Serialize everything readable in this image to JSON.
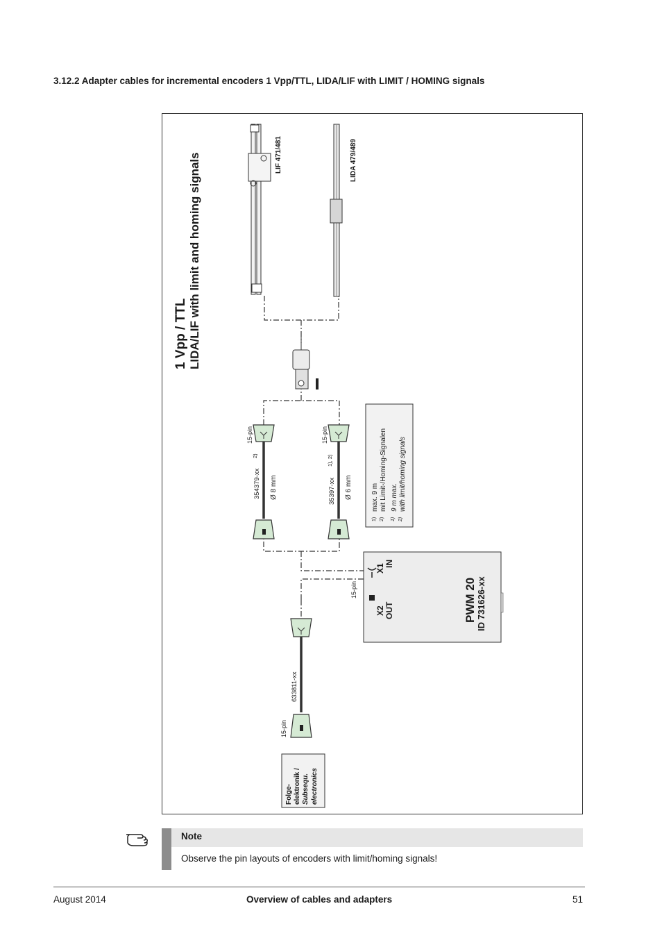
{
  "section": {
    "title": "3.12.2 Adapter cables for incremental encoders 1 Vpp/TTL, LIDA/LIF with LIMIT / HOMING signals"
  },
  "diagram": {
    "heading_line1": "1 Vpp / TTL",
    "heading_line2": "LIDA/LIF with limit and homing signals",
    "encoder_lif": "LIF 471/481",
    "encoder_lida": "LIDA 479/489",
    "cable_a": {
      "pins": "15-pin",
      "id": "354379-xx",
      "sup": "2)",
      "diameter": "Ø 8 mm"
    },
    "cable_b": {
      "pins": "15-pin",
      "id": "35397-xx",
      "sup": "1), 2)",
      "diameter": "Ø 6 mm"
    },
    "footnotes": {
      "de1_num": "1)",
      "de1_text": "max. 9 m",
      "de2_num": "2)",
      "de2_text": "mit Limit-/Homing-Signalen",
      "en1_num": "1)",
      "en1_text": "9 m max.",
      "en2_num": "2)",
      "en2_text": "with limit/homing signals"
    },
    "pwm": {
      "x1": "X1",
      "in": "IN",
      "x2": "X2",
      "out": "OUT",
      "pins": "15-pin",
      "name": "PWM 20",
      "id": "ID 731626-xx"
    },
    "cable_c": {
      "id": "633811-xx",
      "pins": "15-pin"
    },
    "subsequent": {
      "line1": "Folge-",
      "line2": "elektronik /",
      "line3": "Subsequ.",
      "line4": "electronics"
    }
  },
  "note": {
    "title": "Note",
    "text": "Observe the pin layouts of encoders with limit/homing signals!"
  },
  "footer": {
    "date": "August 2014",
    "title": "Overview of cables and adapters",
    "page": "51"
  }
}
